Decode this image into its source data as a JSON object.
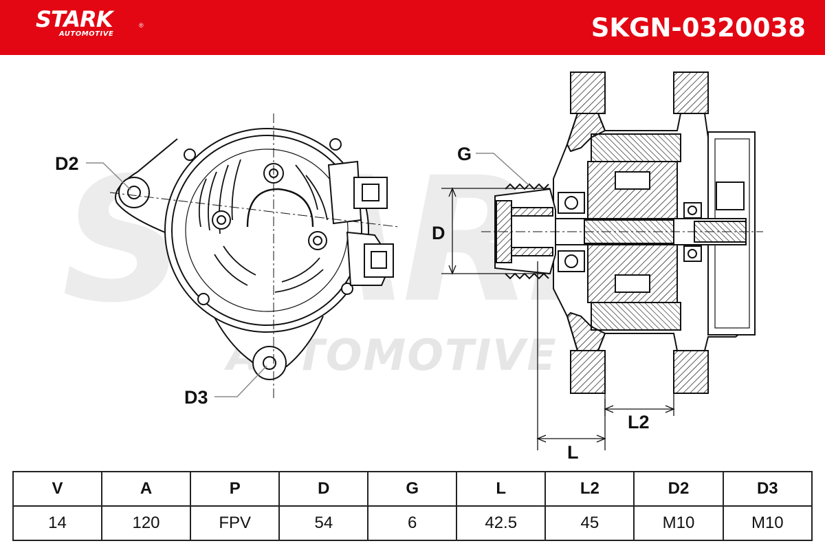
{
  "header": {
    "brand": "STARK",
    "brand_reg": "®",
    "brand_sub": "AUTOMOTIVE",
    "part_number": "SKGN-0320038",
    "color": "#e30613"
  },
  "watermark": {
    "main": "STARK",
    "sub": "AUTOMOTIVE"
  },
  "diagram": {
    "labels": {
      "d2": "D2",
      "d3": "D3",
      "g": "G",
      "d": "D",
      "l": "L",
      "l2": "L2"
    }
  },
  "specs": {
    "headers": [
      "V",
      "A",
      "P",
      "D",
      "G",
      "L",
      "L2",
      "D2",
      "D3"
    ],
    "values": [
      "14",
      "120",
      "FPV",
      "54",
      "6",
      "42.5",
      "45",
      "M10",
      "M10"
    ]
  }
}
